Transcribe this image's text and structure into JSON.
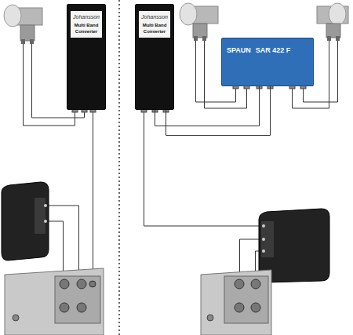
{
  "diagram": {
    "nodes": [
      {
        "text": [
          "Johansson",
          "Multi Band Converter"
        ]
      },
      {
        "text": [
          "Johansson",
          "Multi Band Converter"
        ]
      },
      {
        "text": [
          "SPAUN",
          "SAR 422 F"
        ]
      }
    ],
    "edges": [
      {
        "from": 2,
        "to": 1,
        "arrow": "none"
      },
      {
        "from": 2,
        "to": 1,
        "arrow": "none"
      }
    ]
  }
}
